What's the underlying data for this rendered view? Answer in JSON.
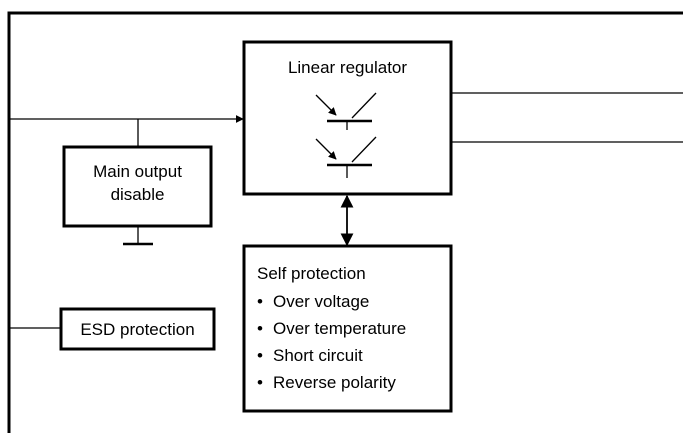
{
  "blocks": {
    "linear_regulator": {
      "title": "Linear regulator"
    },
    "main_output_disable": {
      "line1": "Main output",
      "line2": "disable"
    },
    "esd_protection": {
      "label": "ESD protection"
    },
    "self_protection": {
      "title": "Self protection",
      "bullet": "•",
      "items": [
        "Over voltage",
        "Over temperature",
        "Short circuit",
        "Reverse polarity"
      ]
    }
  },
  "icons": {
    "regulator": "transistor-icon",
    "ground": "ground-icon",
    "link": "bidirectional-arrow-icon"
  }
}
